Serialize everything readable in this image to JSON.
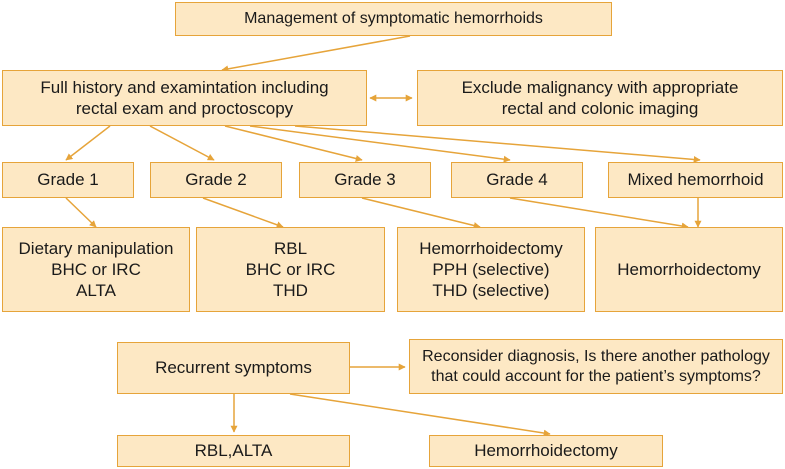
{
  "nodes": {
    "root": "Management of symptomatic hemorrhoids",
    "history": [
      "Full history and examintation including",
      "rectal exam and proctoscopy"
    ],
    "exclude": [
      "Exclude malignancy with appropriate",
      "rectal and colonic imaging"
    ],
    "grade1": "Grade 1",
    "grade2": "Grade 2",
    "grade3": "Grade 3",
    "grade4": "Grade 4",
    "mixed": "Mixed hemorrhoid",
    "tx1": [
      "Dietary manipulation",
      "BHC or IRC",
      "ALTA"
    ],
    "tx2": [
      "RBL",
      "BHC or IRC",
      "THD"
    ],
    "tx3": [
      "Hemorrhoidectomy",
      "PPH (selective)",
      "THD (selective)"
    ],
    "tx4": "Hemorrhoidectomy",
    "recurrent": "Recurrent symptoms",
    "reconsider": [
      "Reconsider diagnosis, Is there another pathology",
      "that could account for the patient’s symptoms?"
    ],
    "rbl_alta": "RBL,ALTA",
    "hemorrhoidectomy": "Hemorrhoidectomy"
  },
  "colors": {
    "box_fill": "#fde8c4",
    "box_border": "#e6a43a",
    "arrow": "#e6a43a",
    "text": "#1a1a1a"
  }
}
